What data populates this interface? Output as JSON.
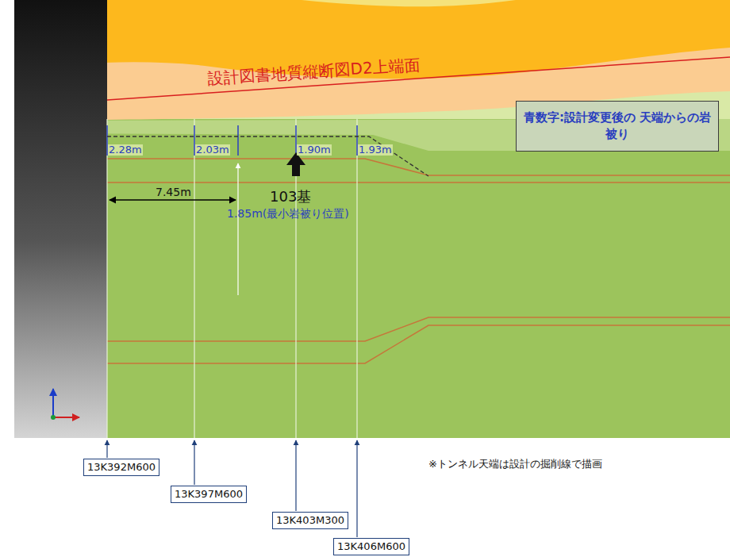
{
  "diagram": {
    "nodes": [
      {
        "text": [
          "青数字:設計変更後の 天端からの岩被り"
        ]
      },
      {
        "text": [
          "13K392M600"
        ]
      },
      {
        "text": [
          "13K397M600"
        ]
      },
      {
        "text": [
          "13K403M300"
        ]
      },
      {
        "text": [
          "13K406M600"
        ]
      }
    ],
    "edges": [],
    "labels": [
      "設計図書地質縦断図D2上端面",
      "2.28m",
      "2.03m",
      "1.90m",
      "1.93m",
      "7.45m",
      "103基",
      "1.85m(最小岩被り位置)",
      "※トンネル天端は設計の掘削線で描画"
    ]
  }
}
